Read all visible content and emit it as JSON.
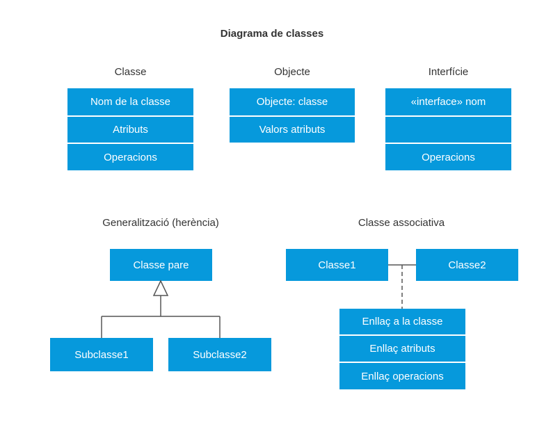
{
  "title": "Diagrama de classes",
  "class_block": {
    "label": "Classe",
    "rows": [
      "Nom de la classe",
      "Atributs",
      "Operacions"
    ]
  },
  "object_block": {
    "label": "Objecte",
    "rows": [
      "Objecte: classe",
      "Valors atributs"
    ]
  },
  "interface_block": {
    "label": "Interfície",
    "rows": [
      "«interface» nom",
      "",
      "Operacions"
    ]
  },
  "generalization": {
    "label": "Generalització (herència)",
    "parent": "Classe pare",
    "child1": "Subclasse1",
    "child2": "Subclasse2"
  },
  "association": {
    "label": "Classe associativa",
    "class1": "Classe1",
    "class2": "Classe2",
    "link_rows": [
      "Enllaç a la classe",
      "Enllaç atributs",
      "Enllaç operacions"
    ]
  },
  "colors": {
    "box_fill": "#0699dc",
    "box_text": "#ffffff",
    "line": "#555555"
  }
}
